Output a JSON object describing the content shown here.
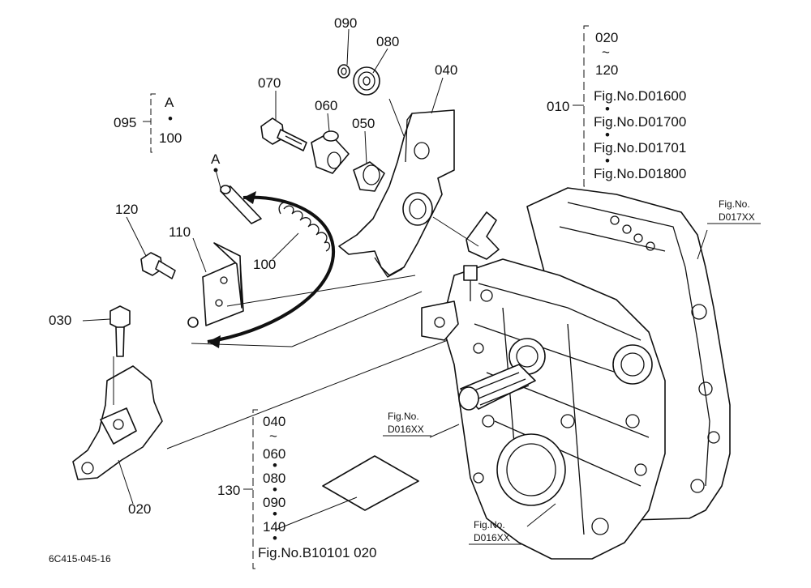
{
  "figure_code": "6C415-045-16",
  "callouts": {
    "p090": "090",
    "p080": "080",
    "p070": "070",
    "p060": "060",
    "p050": "050",
    "p040": "040",
    "p120": "120",
    "p110": "110",
    "p100": "100",
    "p030": "030",
    "p020": "020",
    "p010": "010",
    "p095": "095",
    "p130": "130",
    "pointA": "A"
  },
  "group_010": {
    "lines": [
      "020",
      "~",
      "120",
      "Fig.No.D01600",
      "•",
      "Fig.No.D01700",
      "•",
      "Fig.No.D01701",
      "•",
      "Fig.No.D01800"
    ]
  },
  "group_095": {
    "lines": [
      "A",
      "•",
      "100"
    ]
  },
  "group_130": {
    "lines": [
      "040",
      "~",
      "060",
      "•",
      "080",
      "•",
      "090",
      "•",
      "140",
      "•",
      "Fig.No.B10101  020"
    ]
  },
  "refs": {
    "d017_l1": "Fig.No.",
    "d017_l2": "D017XX",
    "d016a_l1": "Fig.No.",
    "d016a_l2": "D016XX",
    "d016b_l1": "Fig.No.",
    "d016b_l2": "D016XX"
  }
}
